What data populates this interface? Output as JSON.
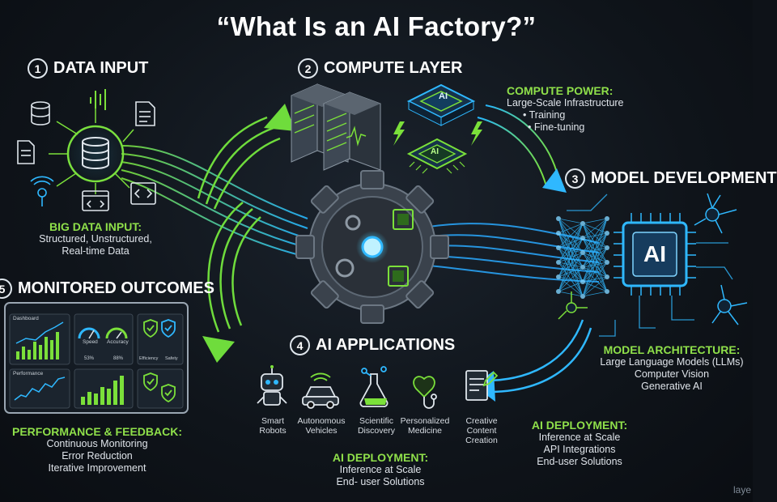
{
  "title": "“What Is an AI Factory?”",
  "sections": {
    "data_input": {
      "number": "1",
      "heading": "DATA INPUT",
      "sub_heading": "BIG DATA INPUT:",
      "lines": [
        "Structured, Unstructured,",
        "Real-time Data"
      ]
    },
    "compute_layer": {
      "number": "2",
      "heading": "COMPUTE LAYER",
      "sub_heading": "COMPUTE POWER:",
      "lines": [
        "Large-Scale Infrastructure",
        "• Training",
        "• Fine-tuning"
      ],
      "chip_label": "AI"
    },
    "model_development": {
      "number": "3",
      "heading": "MODEL DEVELOPMENT",
      "chip_label": "AI",
      "sub_heading": "MODEL ARCHITECTURE:",
      "lines": [
        "Large Language Models (LLMs)",
        "Computer Vision",
        "Generative AI"
      ],
      "deploy_heading": "AI DEPLOYMENT:",
      "deploy_lines": [
        "Inference at Scale",
        "API Integrations",
        "End-user Solutions"
      ]
    },
    "ai_applications": {
      "number": "4",
      "heading": "AI APPLICATIONS",
      "apps": [
        {
          "label": [
            "Smart",
            "Robots"
          ],
          "icon": "robot-icon"
        },
        {
          "label": [
            "Autonomous",
            "Vehicles"
          ],
          "icon": "car-icon"
        },
        {
          "label": [
            "Scientific",
            "Discovery"
          ],
          "icon": "flask-icon"
        },
        {
          "label": [
            "Personalized",
            "Medicine"
          ],
          "icon": "heart-stethoscope-icon"
        },
        {
          "label": [
            "Creative",
            "Content",
            "Creation"
          ],
          "icon": "document-pen-icon"
        }
      ],
      "deploy_heading": "AI DEPLOYMENT:",
      "deploy_lines": [
        "Inference at Scale",
        "End- user Solutions"
      ]
    },
    "monitored_outcomes": {
      "number": "5",
      "heading": "MONITORED OUTCOMES",
      "dashboard": {
        "panel_title": "Dashboard",
        "gauges": [
          "Speed",
          "Accuracy"
        ],
        "gauge_values": [
          "53%",
          "88%"
        ],
        "status": [
          "Efficiency",
          "Safety"
        ],
        "bottom_title": "Performance"
      },
      "sub_heading": "PERFORMANCE & FEEDBACK:",
      "lines": [
        "Continuous Monitoring",
        "Error Reduction",
        "Iterative Improvement"
      ]
    }
  },
  "watermark": "laye",
  "colors": {
    "accent_green": "#8fe04a",
    "accent_blue": "#2fa8ff",
    "background": "#0e1218"
  }
}
